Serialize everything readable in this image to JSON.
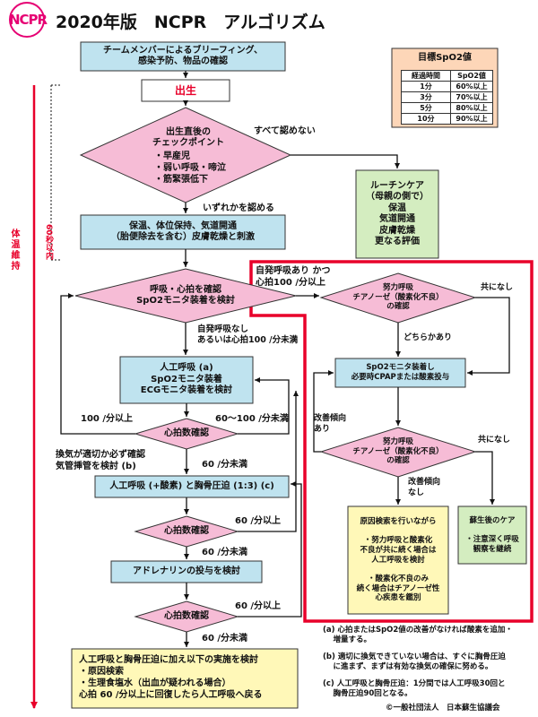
{
  "header": {
    "logo": "NCPR",
    "title": "2020年版　NCPR　アルゴリズム"
  },
  "spo2_table": {
    "title": "目標SpO2値",
    "headers": [
      "経過時間",
      "SpO2値"
    ],
    "rows": [
      [
        "1分",
        "60%以上"
      ],
      [
        "3分",
        "70%以上"
      ],
      [
        "5分",
        "80%以上"
      ],
      [
        "10分",
        "90%以上"
      ]
    ]
  },
  "side": {
    "warmth": "体温維持",
    "time": "60秒以内"
  },
  "nodes": {
    "briefing": "チームメンバーによるブリーフィング、\n感染予防、物品の確認",
    "birth": "出生",
    "check_title": "出生直後の\nチェックポイント",
    "check_items": "・早産児\n・弱い呼吸・啼泣\n・筋緊張低下",
    "routine": "ルーチンケア\n（母親の側で）\n保温\n気道開通\n皮膚乾燥\n更なる評価",
    "initial": "保温、体位保持、気道開通\n（胎便除去を含む）皮膚乾燥と刺激",
    "resp_check": "呼吸・心拍を確認\nSpO2モニタ装着を検討",
    "effort1": "努力呼吸\nチアノーゼ（酸素化不良）\nの確認",
    "ppv": "人工呼吸 (a)\nSpO2モニタ装着\nECGモニタ装着を検討",
    "spo2_cpap": "SpO2モニタ装着し\n必要時CPAPまたは酸素投与",
    "hr_check1": "心拍数確認",
    "effort2": "努力呼吸\nチアノーゼ（酸素化不良）\nの確認",
    "ppv_cc": "人工呼吸 (+酸素) と胸骨圧迫 (1:3) (c)",
    "cause": "原因検索を行いながら\n\n・努力呼吸と酸素化\n不良が共に続く場合は\n人工呼吸を検討\n\n・酸素化不良のみ\n続く場合はチアノーゼ性\n心疾患を鑑別",
    "post": "蘇生後のケア\n\n・注意深く呼吸\n観察を継続",
    "hr_check2": "心拍数確認",
    "adrenaline": "アドレナリンの投与を検討",
    "hr_check3": "心拍数確認",
    "final": "人工呼吸と胸骨圧迫に加え以下の実施を検討\n・原因検索\n・生理食塩水（出血が疑われる場合）\n心拍 60 /分以上に回復したら人工呼吸へ戻る"
  },
  "labels": {
    "none": "すべて認めない",
    "any": "いずれかを認める",
    "spont_ok": "自発呼吸あり かつ\n心拍100 /分以上",
    "spont_none": "自発呼吸なし\nあるいは心拍100 /分未満",
    "both_none1": "共になし",
    "either": "どちらかあり",
    "improved": "改善傾向\nあり",
    "both_none2": "共になし",
    "not_improved": "改善傾向\nなし",
    "hr_100_plus": "100 /分以上",
    "hr_60_100": "60～100 /分未満",
    "ventilation": "換気が適切か必ず確認\n気管挿管を検討 (b)",
    "lt60_a": "60 /分未満",
    "ge60_a": "60 /分以上",
    "lt60_b": "60 /分未満",
    "ge60_b": "60 /分以上",
    "lt60_c": "60 /分未満"
  },
  "footnotes": {
    "a": "(a) 心拍またはSpO2値の改善がなければ酸素を追加・\n　 増量する。",
    "b": "(b) 適切に換気できていない場合は、すぐに胸骨圧迫\n　 に進まず、まずは有効な換気の確保に努める。",
    "c": "(c) 人工呼吸と胸骨圧迫：1分間では人工呼吸30回と\n　 胸骨圧迫90回となる。",
    "copyright": "©一般社団法人　日本蘇生協議会"
  },
  "colors": {
    "blue_box": "#bfe3ef",
    "pink_diamond": "#f6bcd6",
    "routine_box": "#d4edc0",
    "yellow_box": "#fff8b8",
    "spo2_box": "#fdd6b8",
    "red": "#e8002a"
  }
}
